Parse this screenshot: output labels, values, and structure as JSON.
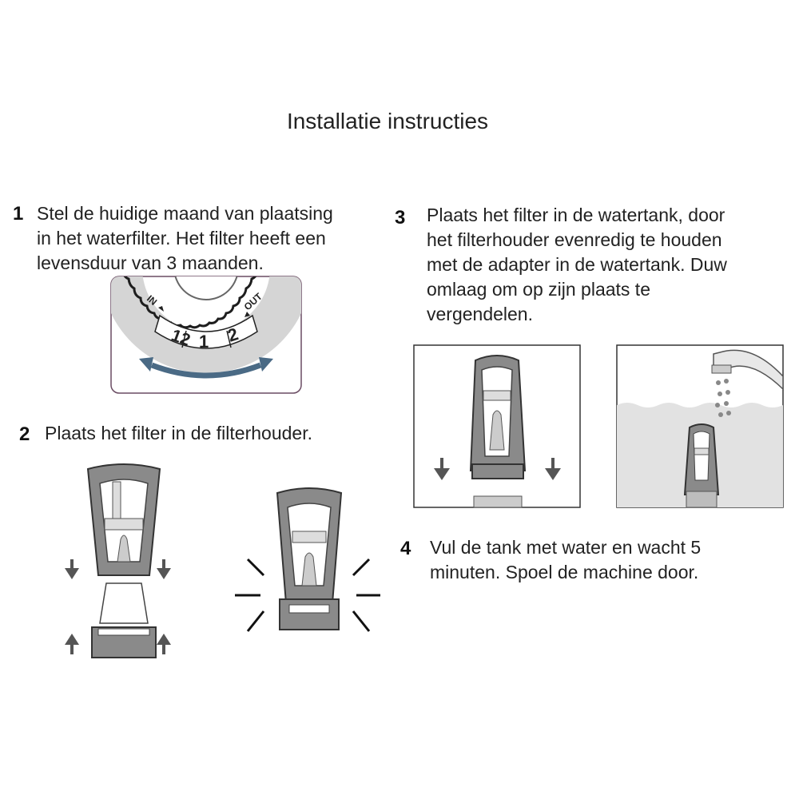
{
  "title": "Installatie instructies",
  "steps": [
    {
      "number": "1",
      "lines": [
        "Stel de huidige maand van plaatsing",
        "in het waterfilter. Het filter heeft een",
        "levensduur van 3 maanden."
      ]
    },
    {
      "number": "2",
      "lines": [
        "Plaats het filter in de filterhouder."
      ]
    },
    {
      "number": "3",
      "lines": [
        "Plaats het filter in de watertank, door",
        "het filterhouder evenredig te houden",
        "met de adapter in de watertank. Duw",
        "omlaag om op zijn plaats te",
        "vergendelen."
      ]
    },
    {
      "number": "4",
      "lines": [
        "Vul de tank met water en wacht 5",
        "minuten. Spoel de machine door."
      ]
    }
  ],
  "dial": {
    "in_label": "IN",
    "out_label": "OUT",
    "months": [
      "12",
      "1",
      "2"
    ]
  },
  "icons": [
    "rotate-arrows-icon",
    "down-arrow-icon",
    "up-arrow-icon",
    "faucet-icon",
    "water-drops-icon",
    "click-burst-icon"
  ]
}
